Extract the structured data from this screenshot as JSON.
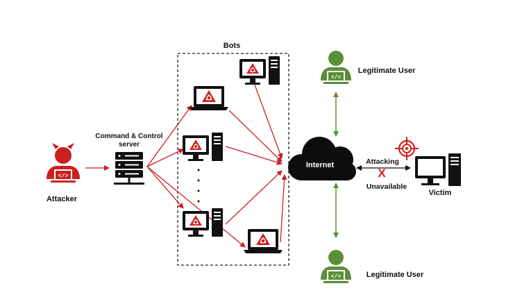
{
  "labels": {
    "attacker": "Attacker",
    "cnc_line1": "Command & Control",
    "cnc_line2": "server",
    "bots": "Bots",
    "internet": "Internet",
    "legit_user_top": "Legitimate User",
    "legit_user_bottom": "Legitimate User",
    "attacking": "Attacking",
    "unavailable": "Unavailable",
    "victim": "Victim"
  },
  "icons": {
    "attacker": "devil-hacker-icon",
    "server": "server-rack-icon",
    "bot_laptop": "infected-laptop-icon",
    "bot_desktop": "infected-desktop-icon",
    "cloud": "cloud-icon",
    "user": "user-icon",
    "victim": "desktop-computer-icon",
    "target": "crosshair-target-icon",
    "blocked": "x-mark-icon"
  },
  "colors": {
    "attack": "#cc1f1f",
    "legit": "#5a8f3a",
    "infected": "#d11f1f",
    "dark": "#111111",
    "cloud": "#0d0d0d"
  }
}
